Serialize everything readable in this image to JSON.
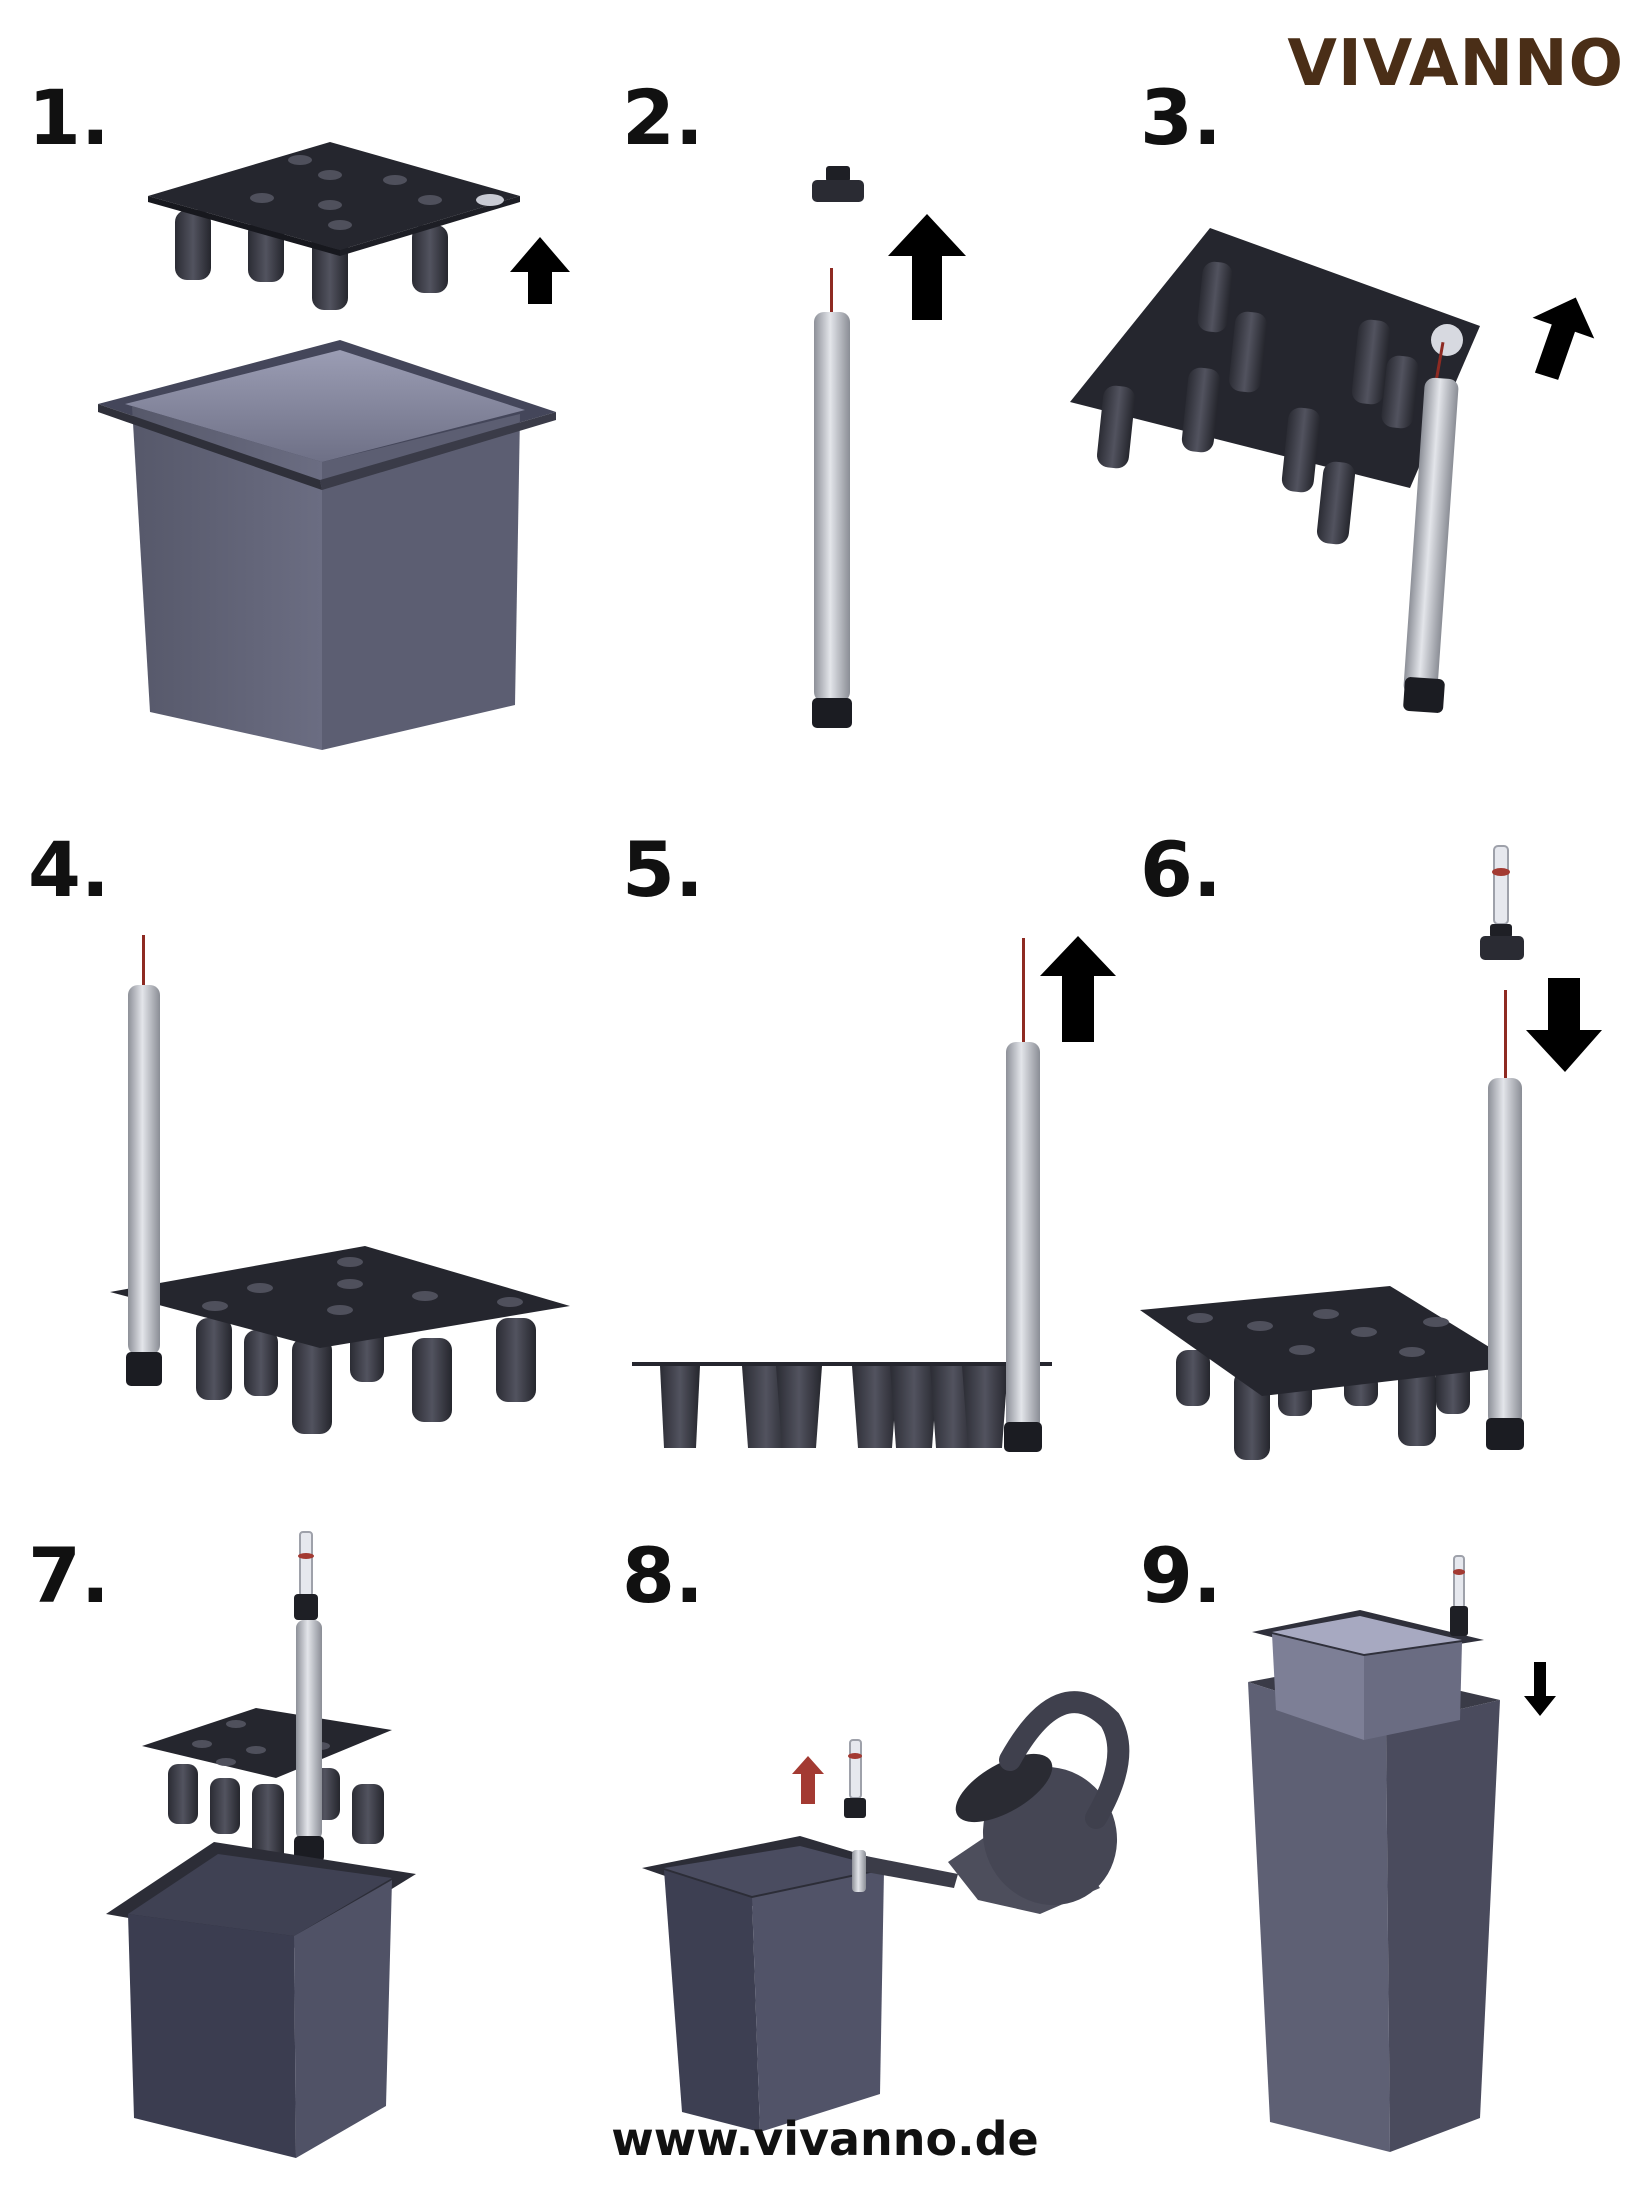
{
  "brand": {
    "name": "VIVANNO",
    "color": "#4a2e17"
  },
  "steps": [
    {
      "number": "1."
    },
    {
      "number": "2."
    },
    {
      "number": "3."
    },
    {
      "number": "4."
    },
    {
      "number": "5."
    },
    {
      "number": "6."
    },
    {
      "number": "7."
    },
    {
      "number": "8."
    },
    {
      "number": "9."
    }
  ],
  "footer": {
    "website": "www.vivanno.de"
  },
  "colors": {
    "pot": "#4d4f5e",
    "pot_inside": "#8a8ca3",
    "insert": "#25262e",
    "tube": "#b9bcc3",
    "wick": "#8e2a22",
    "arrow": "#000000",
    "arrow_red": "#a33a32"
  },
  "icons": [
    "arrow-up-icon",
    "arrow-down-icon",
    "watering-can-icon"
  ]
}
